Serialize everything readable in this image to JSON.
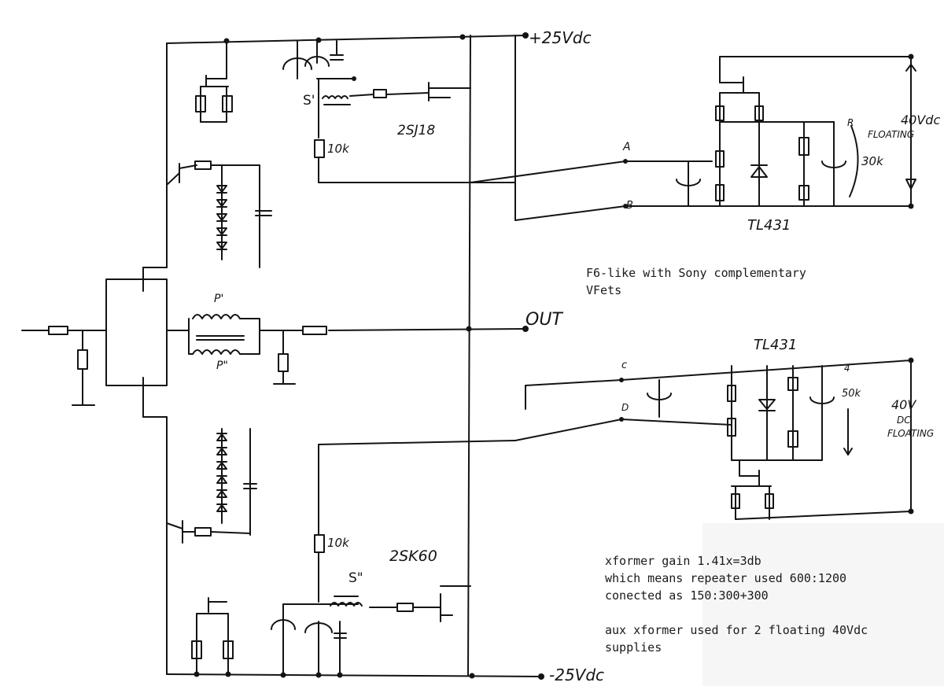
{
  "rails": {
    "positive": "+25Vdc",
    "negative": "-25Vdc",
    "output": "OUT"
  },
  "parts": {
    "jfet_top": "2SJ18",
    "jfet_bottom": "2SK60",
    "res_top": "10k",
    "res_bottom": "10k",
    "coil_top": "S'",
    "coil_bottom": "S\"",
    "prim_top": "P'",
    "prim_bottom": "P\"",
    "tl431_top": "TL431",
    "tl431_bottom": "TL431"
  },
  "supply_top": {
    "node_a": "A",
    "node_b": "B",
    "volts": "40Vdc",
    "floating": "FLOATING",
    "res": "30k",
    "r_label": "R"
  },
  "supply_bottom": {
    "node_c": "c",
    "node_d": "D",
    "volts": "40V",
    "dc": "DC",
    "floating": "FLOATING",
    "res": "50k",
    "r_label": "4"
  },
  "notes": {
    "title": "F6-like with Sony complementary\nVFets",
    "xformer": "xformer gain 1.41x=3db\nwhich means repeater used 600:1200\nconected as 150:300+300\n\naux xformer used for 2 floating 40Vdc\nsupplies"
  }
}
